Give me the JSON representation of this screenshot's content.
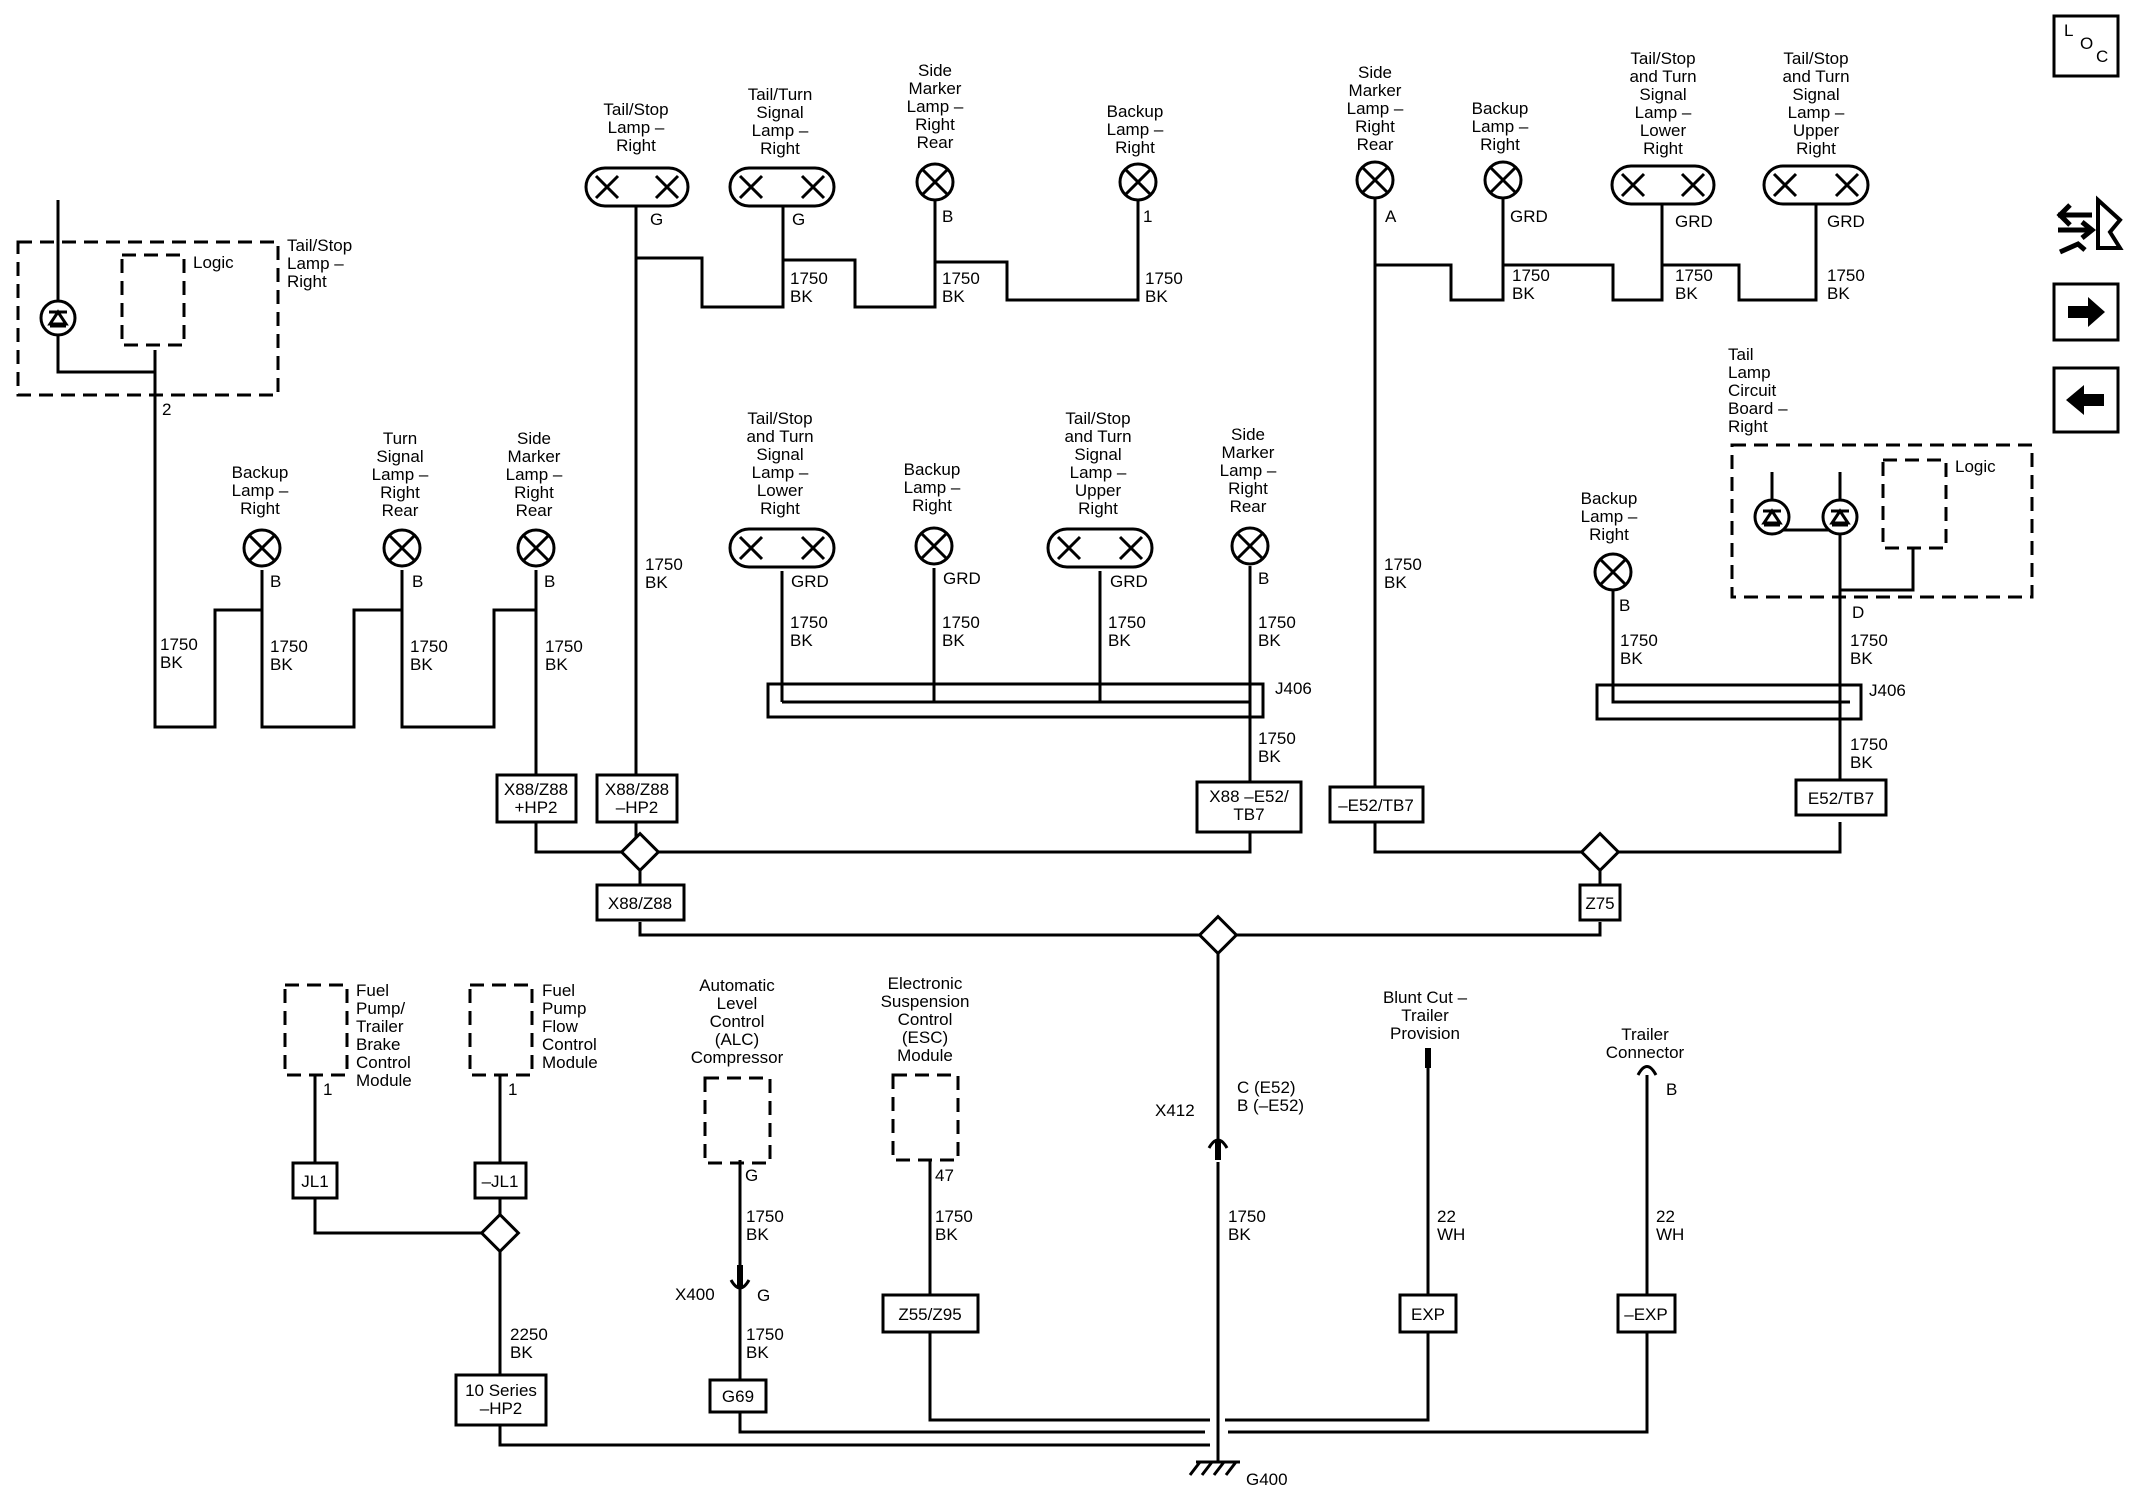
{
  "diagram": {
    "components": {
      "tsl_logic_left": "Tail/Stop|Lamp –|Right",
      "logic": "Logic",
      "tsl_top1": "Tail/Stop|Lamp –|Right",
      "ttsl_top2": "Tail/Turn|Signal|Lamp –|Right",
      "sm_top3": "Side|Marker|Lamp –|Right|Rear",
      "bl_top4": "Backup|Lamp –|Right",
      "sm_top5": "Side|Marker|Lamp –|Right|Rear",
      "bl_top6": "Backup|Lamp –|Right",
      "tsl_lower": "Tail/Stop|and Turn|Signal|Lamp –|Lower|Right",
      "tsl_upper": "Tail/Stop|and Turn|Signal|Lamp –|Upper|Right",
      "bl_a": "Backup|Lamp –|Right",
      "ts_a": "Turn|Signal|Lamp –|Right|Rear",
      "sm_a": "Side|Marker|Lamp –|Right|Rear",
      "tsl_lower2": "Tail/Stop|and Turn|Signal|Lamp –|Lower|Right",
      "bl_b": "Backup|Lamp –|Right",
      "tsl_upper2": "Tail/Stop|and Turn|Signal|Lamp –|Upper|Right",
      "sm_b": "Side|Marker|Lamp –|Right|Rear",
      "tail_board": "Tail|Lamp|Circuit|Board –|Right",
      "bl_c": "Backup|Lamp –|Right",
      "fuel_pump_trailer": "Fuel|Pump/|Trailer|Brake|Control|Module",
      "fuel_pump_flow": "Fuel|Pump|Flow|Control|Module",
      "alc": "Automatic|Level|Control|(ALC)|Compressor",
      "esc": "Electronic|Suspension|Control|(ESC)|Module",
      "blunt_cut": "Blunt Cut –|Trailer|Provision",
      "trailer_conn": "Trailer|Connector"
    },
    "pins": {
      "p2": "2",
      "pG1": "G",
      "pG2": "G",
      "pB1": "B",
      "p1": "1",
      "pA": "A",
      "pGRD1": "GRD",
      "pGRD2": "GRD",
      "pGRD3": "GRD",
      "pBa": "B",
      "pBb": "B",
      "pBc": "B",
      "pGRD4": "GRD",
      "pGRD5": "GRD",
      "pGRD6": "GRD",
      "pBd": "B",
      "pBe": "B",
      "pD": "D",
      "pJL1": "1",
      "p_JL1": "1",
      "pALC": "G",
      "p47": "47",
      "pX400": "G",
      "pTrailer": "B"
    },
    "wires": {
      "w_1750_bk": "1750|BK",
      "w_2250_bk": "2250|BK",
      "w_22_wh": "22|WH"
    },
    "options": {
      "x88_z88_hp2_pos": "X88/Z88|+HP2",
      "x88_z88_hp2_neg": "X88/Z88|–HP2",
      "x88_e52_tb7": "X88 –E52/|TB7",
      "neg_e52_tb7": "–E52/TB7",
      "e52_tb7": "E52/TB7",
      "x88_z88": "X88/Z88",
      "z75": "Z75",
      "jl1": "JL1",
      "neg_jl1": "–JL1",
      "ten_series": "10 Series|–HP2",
      "g69": "G69",
      "z55_z95": "Z55/Z95",
      "exp": "EXP",
      "neg_exp": "–EXP"
    },
    "connectors": {
      "j406": "J406",
      "x412": "X412",
      "x412_pins": "C (E52)|B (–E52)",
      "x400": "X400",
      "g400": "G400"
    },
    "nav": {
      "loc": "LOC",
      "loc_l": "L",
      "loc_o": "O",
      "loc_c": "C"
    }
  }
}
